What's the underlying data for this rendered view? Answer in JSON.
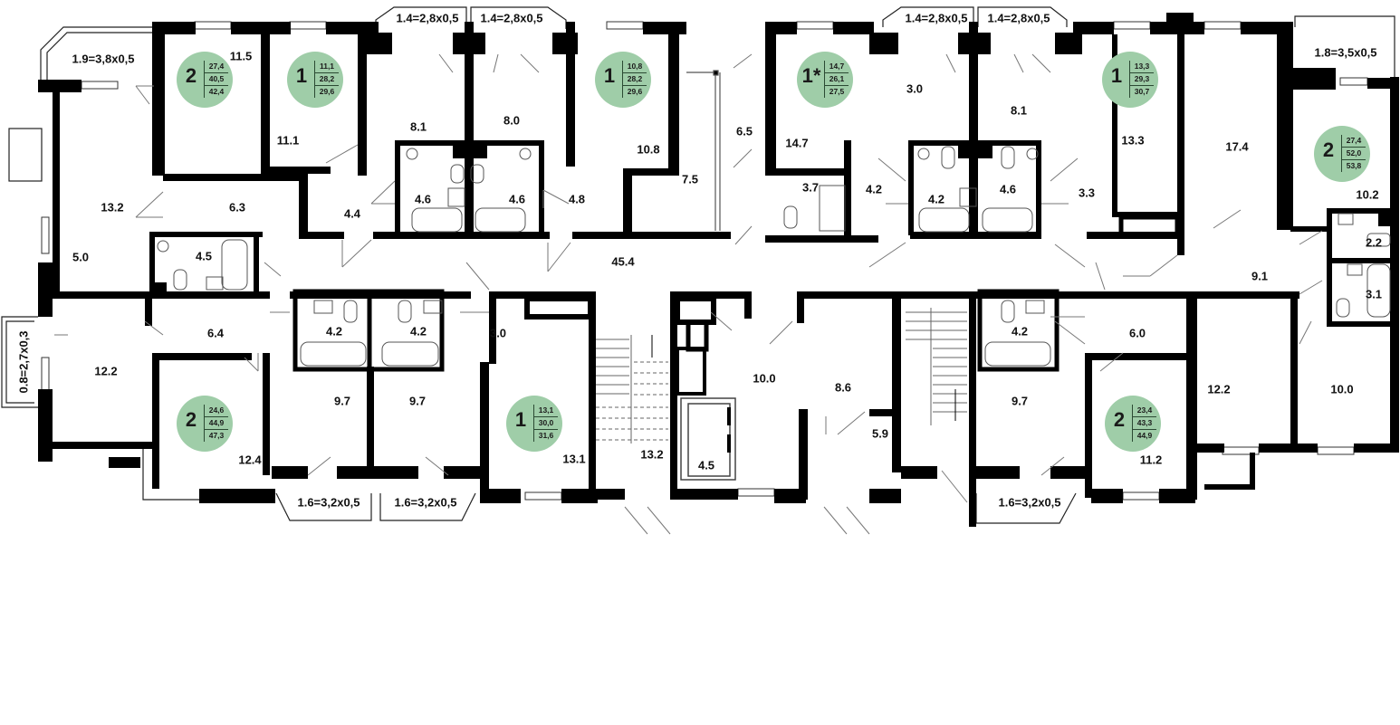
{
  "apartments": [
    {
      "rooms": "2",
      "areas": [
        "27,4",
        "40,5",
        "42,4"
      ]
    },
    {
      "rooms": "1",
      "areas": [
        "11,1",
        "28,2",
        "29,6"
      ]
    },
    {
      "rooms": "1",
      "areas": [
        "10,8",
        "28,2",
        "29,6"
      ]
    },
    {
      "rooms": "1*",
      "areas": [
        "14,7",
        "26,1",
        "27,5"
      ]
    },
    {
      "rooms": "1",
      "areas": [
        "13,3",
        "29,3",
        "30,7"
      ]
    },
    {
      "rooms": "2",
      "areas": [
        "27,4",
        "52,0",
        "53,8"
      ]
    },
    {
      "rooms": "2",
      "areas": [
        "24,6",
        "44,9",
        "47,3"
      ]
    },
    {
      "rooms": "1",
      "areas": [
        "13,1",
        "30,0",
        "31,6"
      ]
    },
    {
      "rooms": "2",
      "areas": [
        "23,4",
        "43,3",
        "44,9"
      ]
    }
  ],
  "room_areas": [
    "11.5",
    "11.1",
    "8.1",
    "8.0",
    "10.8",
    "6.5",
    "7.5",
    "14.7",
    "3.0",
    "8.1",
    "13.3",
    "17.4",
    "10.2",
    "13.2",
    "6.3",
    "5.0",
    "4.5",
    "4.4",
    "4.6",
    "4.6",
    "4.8",
    "45.4",
    "3.7",
    "4.2",
    "4.2",
    "4.6",
    "3.3",
    "2.2",
    "9.1",
    "3.1",
    "6.4",
    "12.2",
    "4.2",
    "4.2",
    "3.0",
    "9.7",
    "9.7",
    "12.4",
    "13.1",
    "13.2",
    "4.5",
    "10.0",
    "8.6",
    "5.9",
    "4.2",
    "9.7",
    "6.0",
    "12.2",
    "10.0",
    "11.2"
  ],
  "balconies": [
    "1.9=3,8x0,5",
    "1.4=2,8x0,5",
    "1.4=2,8x0,5",
    "1.4=2,8x0,5",
    "1.4=2,8x0,5",
    "1.8=3,5x0,5",
    "0.8=2,7x0,3",
    "1.6=3,2x0,5",
    "1.6=3,2x0,5",
    "1.6=3,2x0,5"
  ]
}
